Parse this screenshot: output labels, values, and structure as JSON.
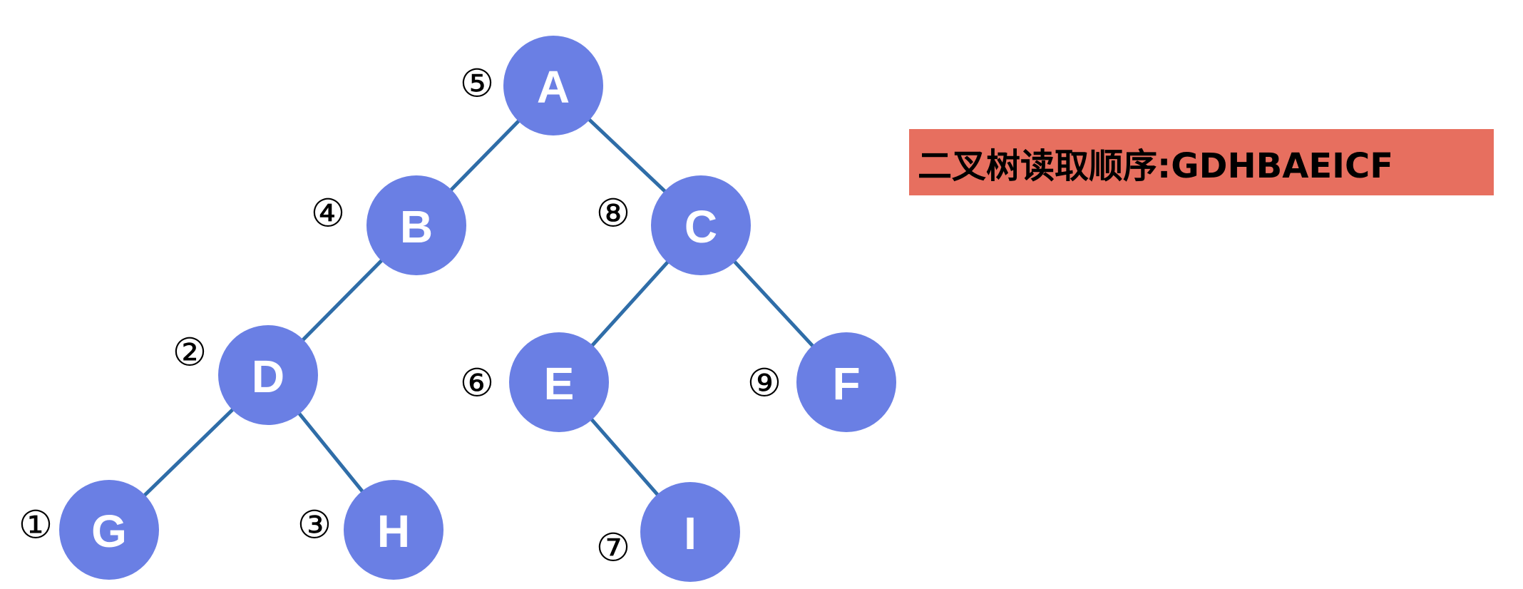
{
  "tree": {
    "nodes": [
      {
        "id": "A",
        "label": "A",
        "order": "⑤"
      },
      {
        "id": "B",
        "label": "B",
        "order": "④"
      },
      {
        "id": "C",
        "label": "C",
        "order": "⑧"
      },
      {
        "id": "D",
        "label": "D",
        "order": "②"
      },
      {
        "id": "E",
        "label": "E",
        "order": "⑥"
      },
      {
        "id": "F",
        "label": "F",
        "order": "⑨"
      },
      {
        "id": "G",
        "label": "G",
        "order": "①"
      },
      {
        "id": "H",
        "label": "H",
        "order": "③"
      },
      {
        "id": "I",
        "label": "I",
        "order": "⑦"
      }
    ],
    "edges": [
      [
        "A",
        "B"
      ],
      [
        "A",
        "C"
      ],
      [
        "B",
        "D"
      ],
      [
        "C",
        "E"
      ],
      [
        "C",
        "F"
      ],
      [
        "D",
        "G"
      ],
      [
        "D",
        "H"
      ],
      [
        "E",
        "I"
      ]
    ],
    "colors": {
      "node_fill": "#6a7fe4",
      "edge": "#2f6da8",
      "node_text": "#ffffff"
    }
  },
  "banner": {
    "text": "二叉树读取顺序:GDHBAEICF",
    "color": "#e76f5f"
  }
}
